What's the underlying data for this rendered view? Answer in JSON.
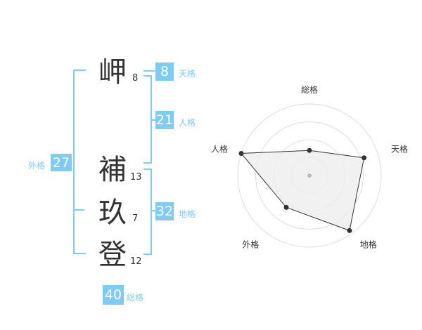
{
  "name_chars": [
    {
      "char": "岬",
      "strokes": "8"
    },
    {
      "char": "補",
      "strokes": "13"
    },
    {
      "char": "玖",
      "strokes": "7"
    },
    {
      "char": "登",
      "strokes": "12"
    }
  ],
  "fortunes": {
    "tenkaku": {
      "value": "8",
      "label": "天格"
    },
    "jinkaku": {
      "value": "21",
      "label": "人格"
    },
    "chikaku": {
      "value": "32",
      "label": "地格"
    },
    "gaikaku": {
      "value": "27",
      "label": "外格"
    },
    "soukaku": {
      "value": "40",
      "label": "総格"
    }
  },
  "colors": {
    "accent": "#7ecbf4",
    "text": "#333333",
    "radar_fill": "#eeeeee",
    "ring": "#dddddd"
  },
  "chart_data": {
    "type": "radar",
    "axes": [
      "総格",
      "天格",
      "地格",
      "外格",
      "人格"
    ],
    "values": [
      0.35,
      0.8,
      0.95,
      0.55,
      1.0
    ],
    "range": [
      0,
      1
    ],
    "rings": 4
  }
}
